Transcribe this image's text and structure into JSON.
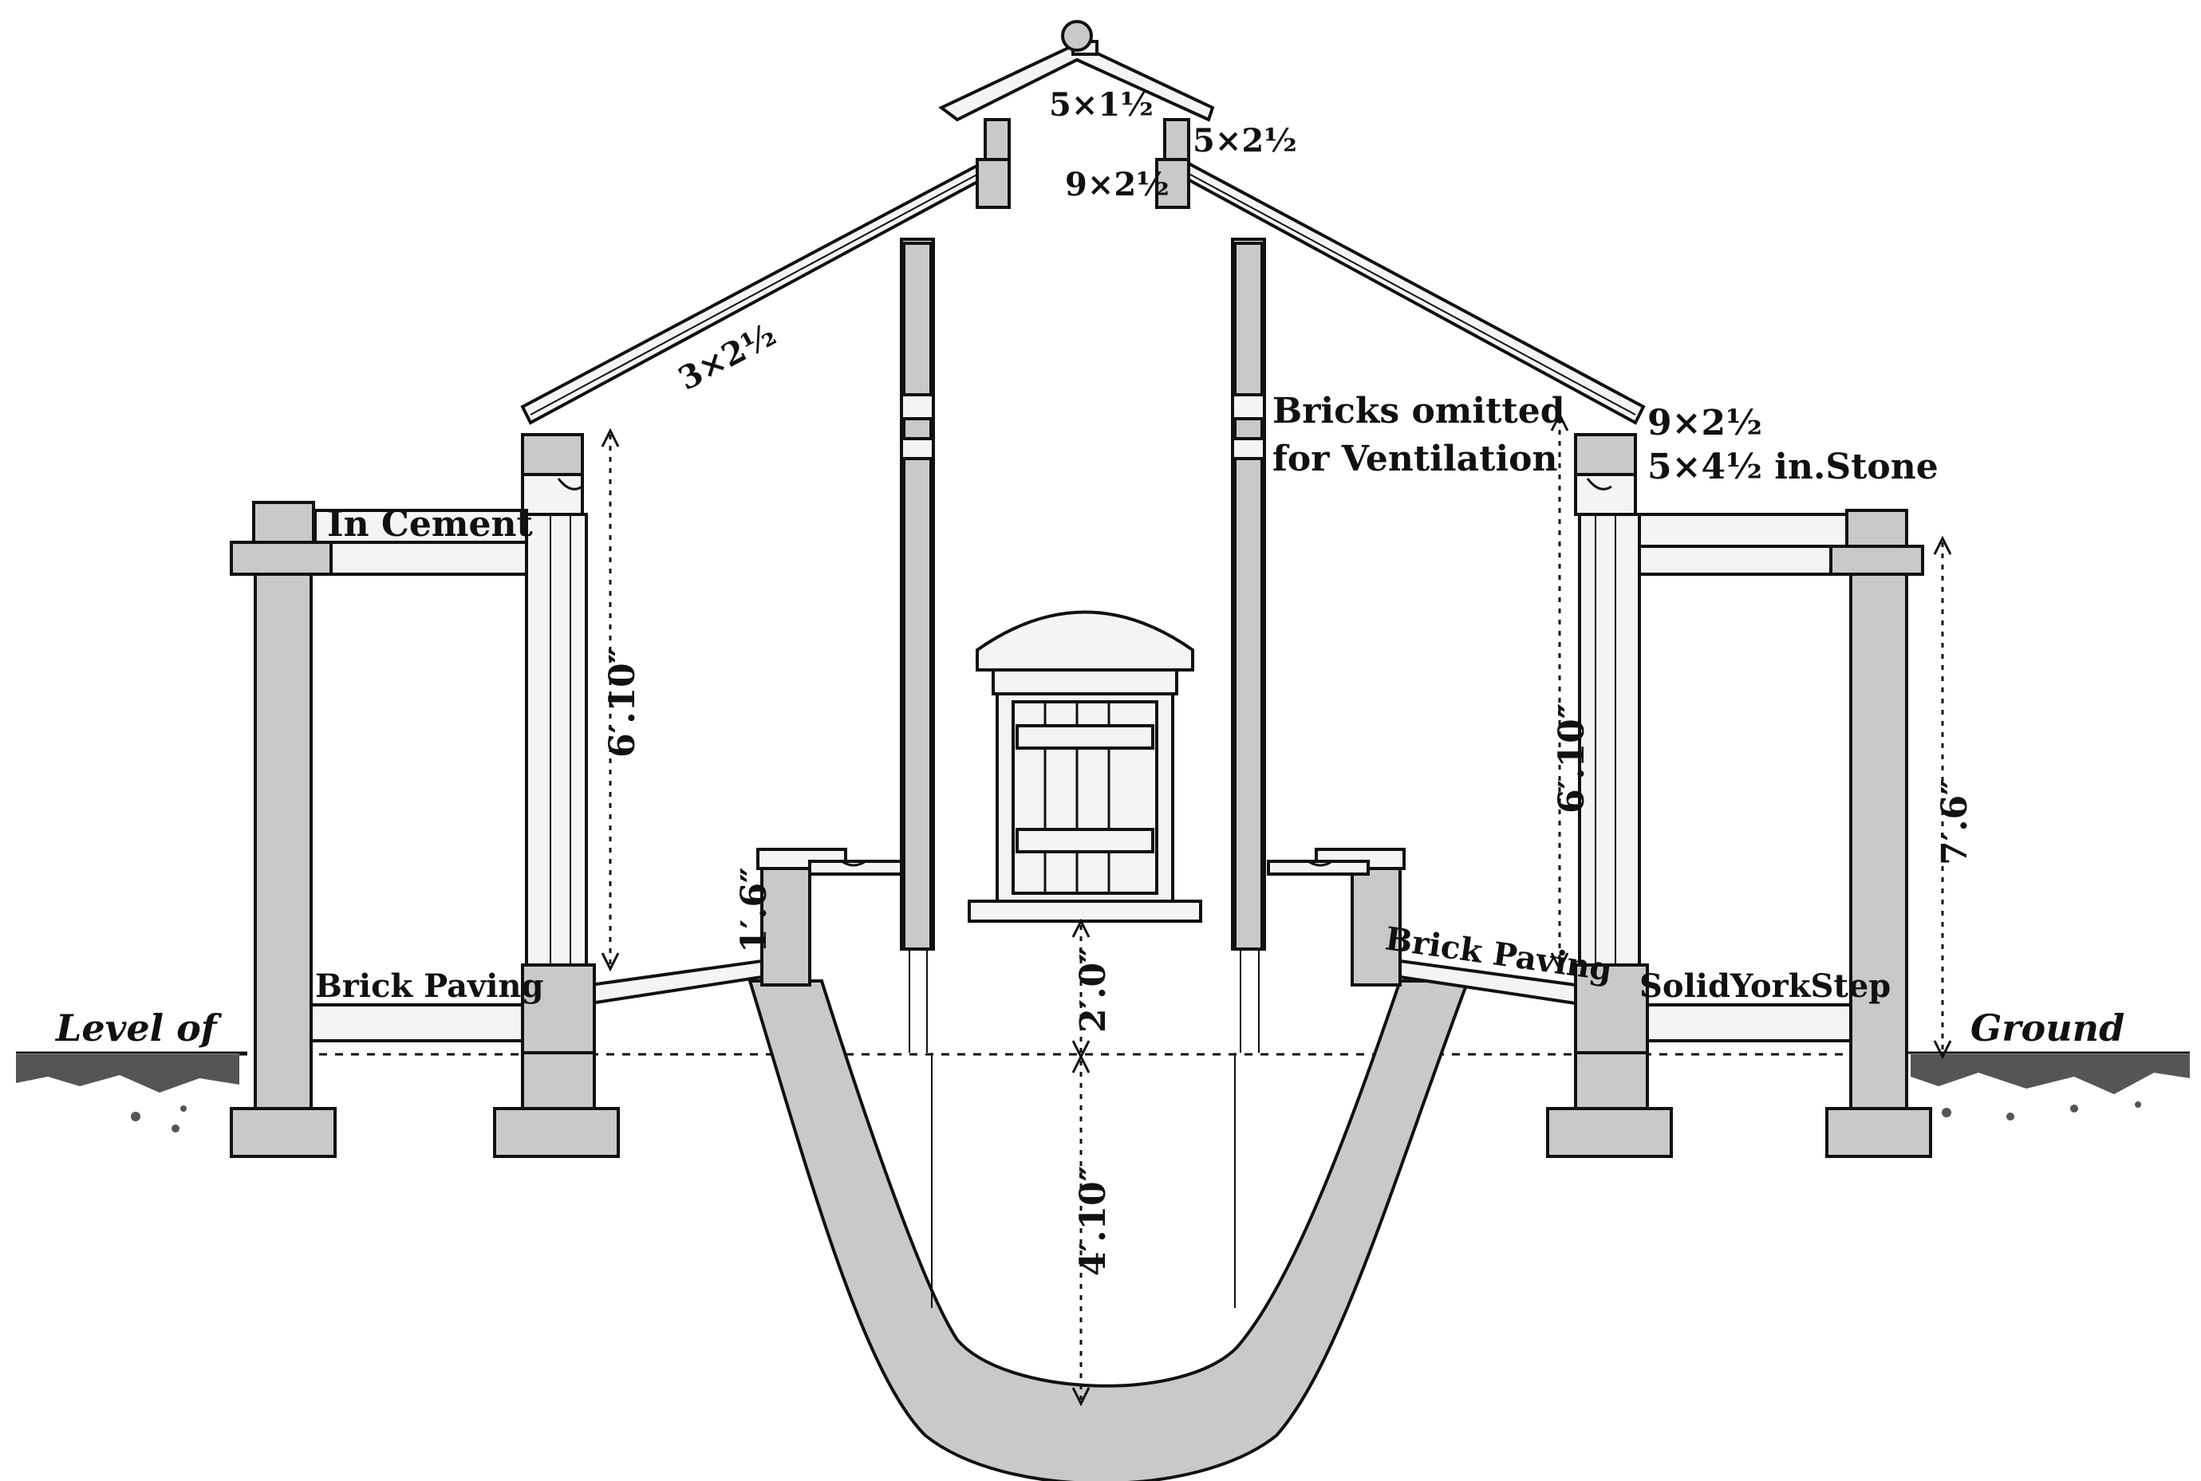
{
  "labels": {
    "rafter_ridge_top": "5×1½",
    "rafter_ridge_right": "5×2½",
    "ridge_post": "9×2½",
    "rafter_left": "3×2½",
    "ventilation_1": "Bricks omitted",
    "ventilation_2": "for Ventilation",
    "plate_right_1": "9×2½",
    "plate_right_2": "5×4½ in.Stone",
    "in_cement": "In Cement",
    "brick_paving_left": "Brick Paving",
    "brick_paving_right": "Brick Paving",
    "solid_york_step": "SolidYorkStep",
    "level_of": "Level of",
    "ground": "Ground"
  },
  "dimensions": {
    "left_wall_height": "6′.10″",
    "right_wall_height": "6′.10″",
    "outer_right_height": "7′.6″",
    "trench_rim": "1′.6″",
    "above_ground": "2′.0″",
    "trench_depth": "4′.10″"
  },
  "colors": {
    "ink": "#111111",
    "masonry": "#c9c9c9",
    "background": "#ffffff"
  }
}
